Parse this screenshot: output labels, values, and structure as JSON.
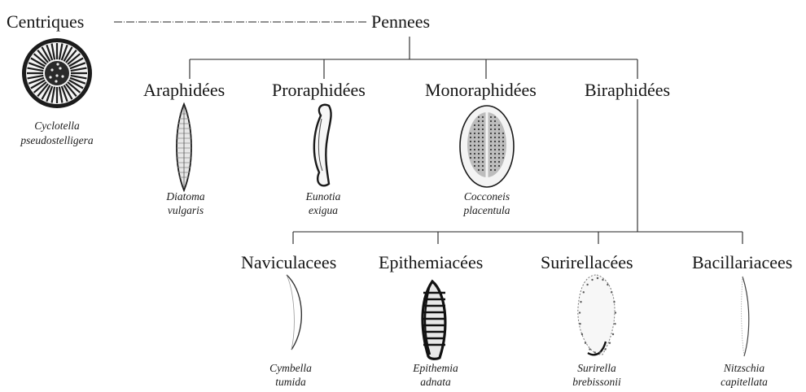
{
  "groups": {
    "centriques": "Centriques",
    "pennees": "Pennees",
    "araphidees": "Araphidées",
    "proraphidees": "Proraphidées",
    "monoraphidees": "Monoraphidées",
    "biraphidees": "Biraphidées",
    "naviculacees": "Naviculacees",
    "epithemiacees": "Epithemiacées",
    "surirellacees": "Surirellacées",
    "bacillariacees": "Bacillariacees"
  },
  "species": {
    "cyclotella": [
      "Cyclotella",
      "pseudostelligera"
    ],
    "diatoma": [
      "Diatoma",
      "vulgaris"
    ],
    "eunotia": [
      "Eunotia",
      "exigua"
    ],
    "cocconeis": [
      "Cocconeis",
      "placentula"
    ],
    "cymbella": [
      "Cymbella",
      "tumida"
    ],
    "epithemia": [
      "Epithemia",
      "adnata"
    ],
    "surirella": [
      "Surirella",
      "brebissonii"
    ],
    "nitzschia": [
      "Nitzschia",
      "capitellata"
    ]
  }
}
